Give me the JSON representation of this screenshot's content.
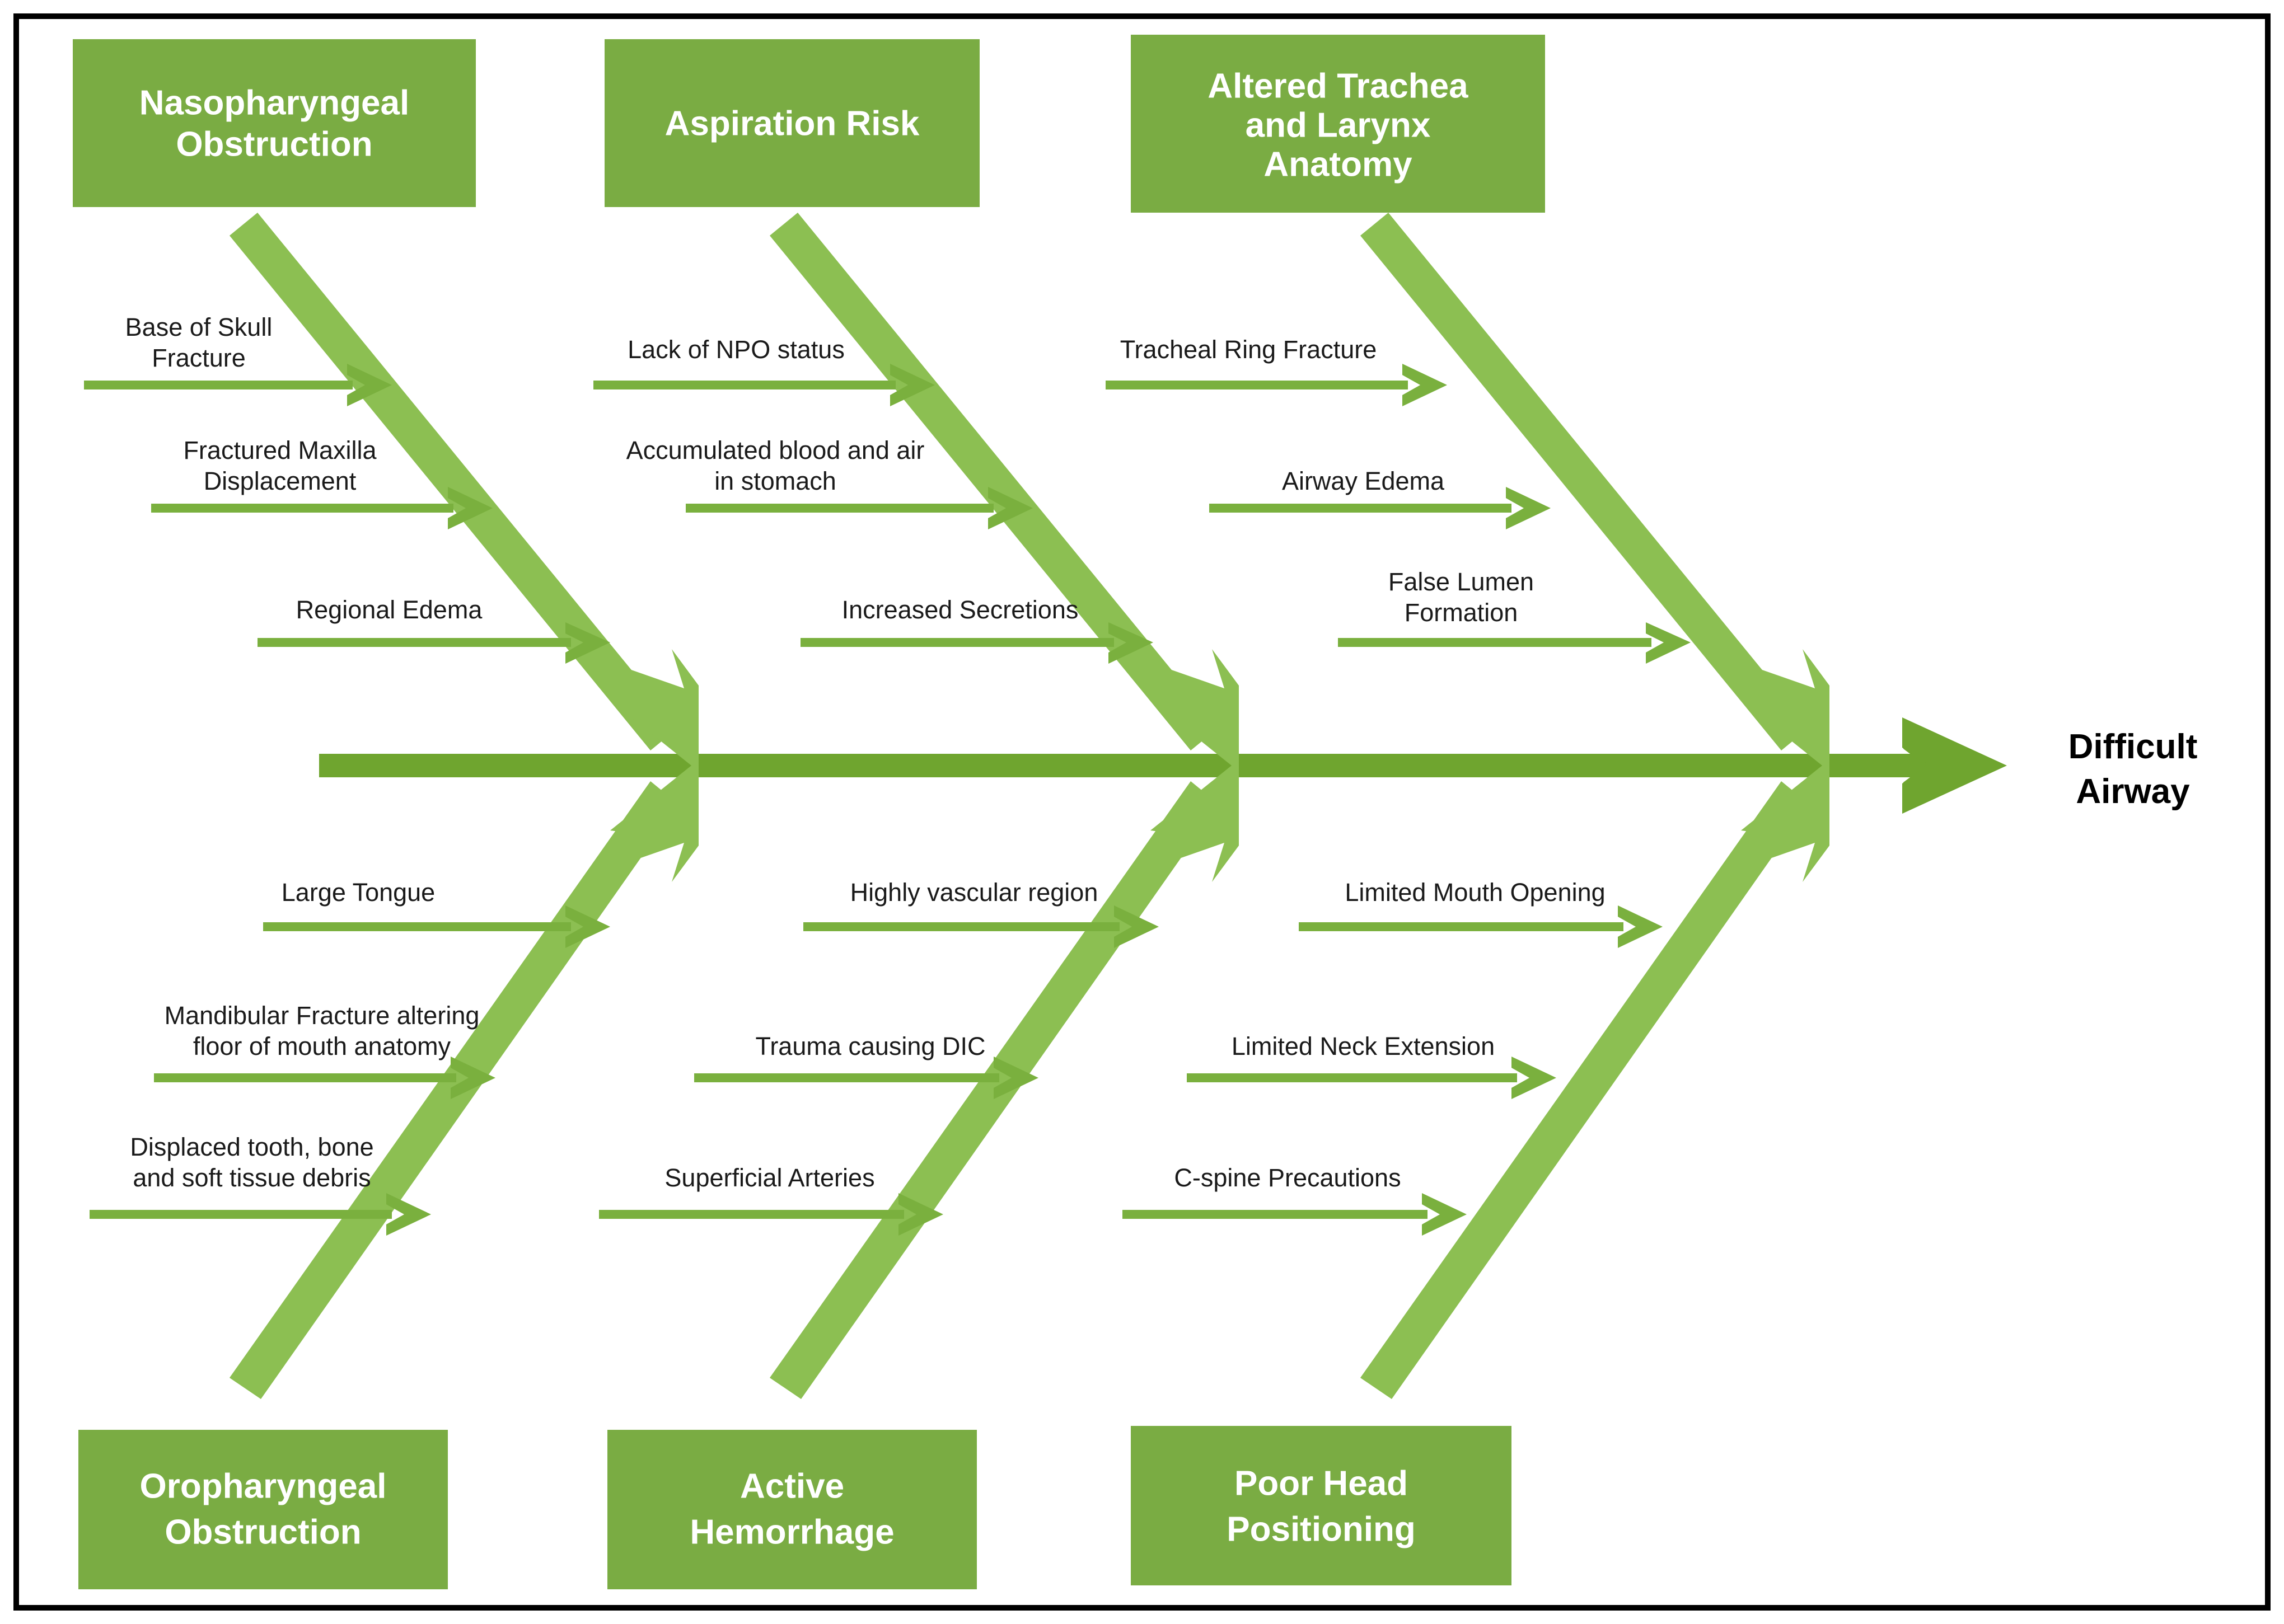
{
  "diagram": {
    "type": "fishbone-ishikawa",
    "effect_label": [
      "Difficult",
      "Airway"
    ],
    "colors": {
      "box_fill": "#7aac43",
      "box_text": "#ffffff",
      "spine": "#6fa52f",
      "branch": "#8cbf52",
      "sub_arrow": "#7ab03e",
      "cause_text": "#1a1a1a",
      "frame_border": "#000000",
      "background": "#ffffff"
    },
    "categories": [
      {
        "id": "nasopharyngeal-obstruction",
        "position": "top",
        "column": 1,
        "label_lines": [
          "Nasopharyngeal",
          "Obstruction"
        ],
        "causes": [
          {
            "lines": [
              "Base of Skull",
              "Fracture"
            ]
          },
          {
            "lines": [
              "Fractured Maxilla",
              "Displacement"
            ]
          },
          {
            "lines": [
              "Regional Edema"
            ]
          }
        ]
      },
      {
        "id": "aspiration-risk",
        "position": "top",
        "column": 2,
        "label_lines": [
          "Aspiration Risk"
        ],
        "causes": [
          {
            "lines": [
              "Lack of NPO status"
            ]
          },
          {
            "lines": [
              "Accumulated blood and air",
              "in stomach"
            ]
          },
          {
            "lines": [
              "Increased Secretions"
            ]
          }
        ]
      },
      {
        "id": "altered-trachea-and-larynx-anatomy",
        "position": "top",
        "column": 3,
        "label_lines": [
          "Altered Trachea",
          "and Larynx",
          "Anatomy"
        ],
        "causes": [
          {
            "lines": [
              "Tracheal Ring Fracture"
            ]
          },
          {
            "lines": [
              "Airway Edema"
            ]
          },
          {
            "lines": [
              "False Lumen",
              "Formation"
            ]
          }
        ]
      },
      {
        "id": "oropharyngeal-obstruction",
        "position": "bottom",
        "column": 1,
        "label_lines": [
          "Oropharyngeal",
          "Obstruction"
        ],
        "causes": [
          {
            "lines": [
              "Large Tongue"
            ]
          },
          {
            "lines": [
              "Mandibular Fracture altering",
              "floor of mouth anatomy"
            ]
          },
          {
            "lines": [
              "Displaced tooth, bone",
              "and soft tissue debris"
            ]
          }
        ]
      },
      {
        "id": "active-hemorrhage",
        "position": "bottom",
        "column": 2,
        "label_lines": [
          "Active",
          "Hemorrhage"
        ],
        "causes": [
          {
            "lines": [
              "Highly vascular region"
            ]
          },
          {
            "lines": [
              "Trauma causing DIC"
            ]
          },
          {
            "lines": [
              "Superficial Arteries"
            ]
          }
        ]
      },
      {
        "id": "poor-head-positioning",
        "position": "bottom",
        "column": 3,
        "label_lines": [
          "Poor Head",
          "Positioning"
        ],
        "causes": [
          {
            "lines": [
              "Limited Mouth Opening"
            ]
          },
          {
            "lines": [
              "Limited Neck Extension"
            ]
          },
          {
            "lines": [
              "C-spine Precautions"
            ]
          }
        ]
      }
    ]
  }
}
